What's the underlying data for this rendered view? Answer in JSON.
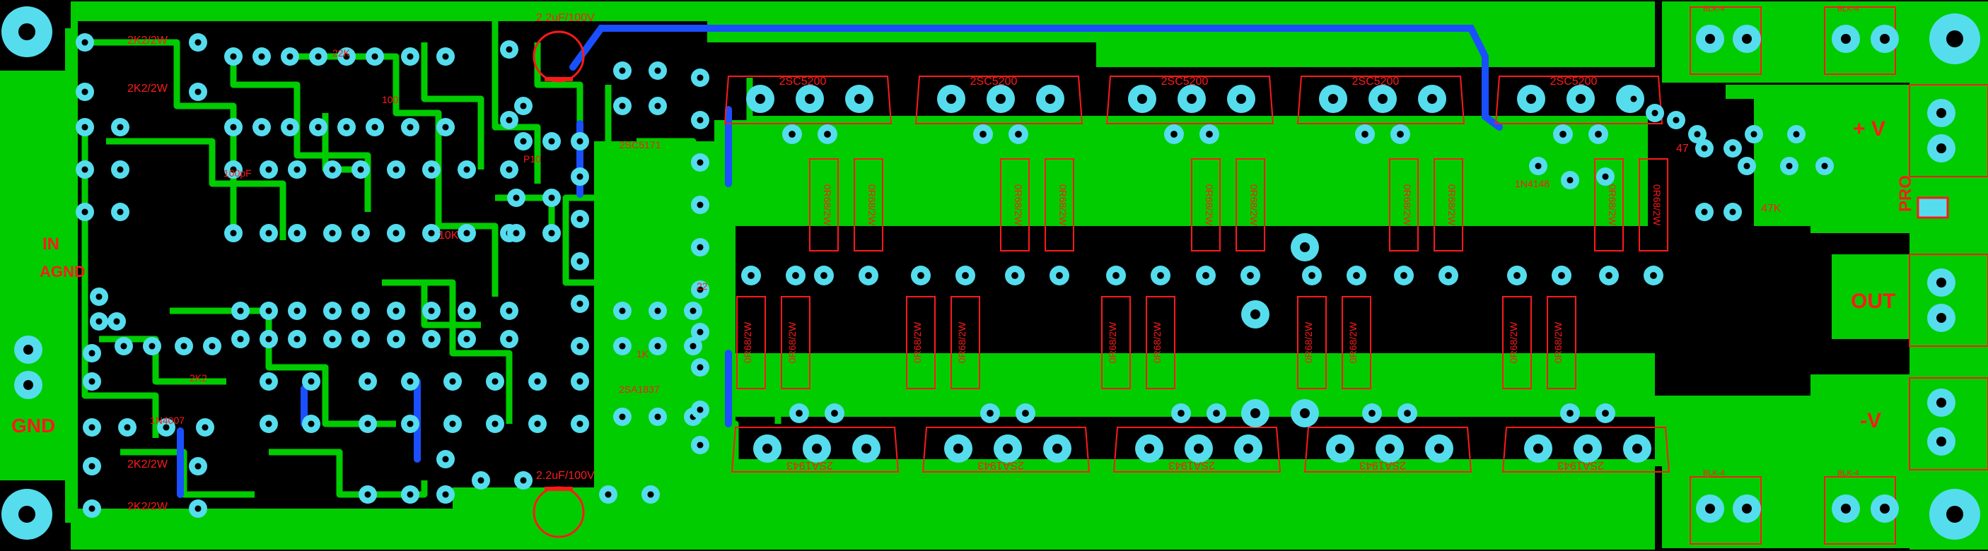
{
  "colors": {
    "board": "#00cc00",
    "background": "#000000",
    "pad": "#55ddee",
    "silkscreen": "#ff1a1a",
    "jumper": "#1a4fff"
  },
  "labels": {
    "in": "IN",
    "agnd": "AGND",
    "gnd": "GND",
    "plus_v": "+ V",
    "out": "OUT",
    "minus_v": "-V",
    "pro": "PRO"
  },
  "top_transistors": [
    "2SC5200",
    "2SC5200",
    "2SC5200",
    "2SC5200",
    "2SC5200"
  ],
  "bottom_transistors": [
    "2SA1943",
    "2SA1943",
    "2SA1943",
    "2SA1943",
    "2SA1943"
  ],
  "top_resistors": [
    "0R68/2W",
    "0R68/2W",
    "0R68/2W",
    "0R68/2W",
    "0R68/2W",
    "0R68/2W",
    "0R68/2W",
    "0R68/2W",
    "0R68/2W",
    "0R68/2W"
  ],
  "bottom_resistors": [
    "0R68/2W",
    "0R68/2W",
    "0R68/2W",
    "0R68/2W",
    "0R68/2W",
    "0R68/2W",
    "0R68/2W",
    "0R68/2W",
    "0R68/2W",
    "0R68/2W"
  ],
  "caps": {
    "top_cap": "2.2uF/100V",
    "bottom_cap": "2.2uF/100V",
    "c2k2_top_1": "2K2/2W",
    "c2k2_top_2": "2K2/2W",
    "c2k2_bot_1": "2K2/2W",
    "c2k2_bot_2": "2K2/2W"
  },
  "small_parts": {
    "r47a": "47",
    "r10k": "10K",
    "r22": "22",
    "r100": "100",
    "r1k": "1K",
    "r47k": "47K",
    "r22k": "22K",
    "r2k2": "2K2",
    "pf100": "100pF",
    "c2sc": "2SC5171",
    "c2sa": "2SA1837",
    "d4148": "1N4148",
    "d4007": "1N4007",
    "p10": "P10"
  },
  "connector_labels": [
    "BLK-4",
    "BLK-4",
    "BLK-4",
    "BLK-4"
  ]
}
